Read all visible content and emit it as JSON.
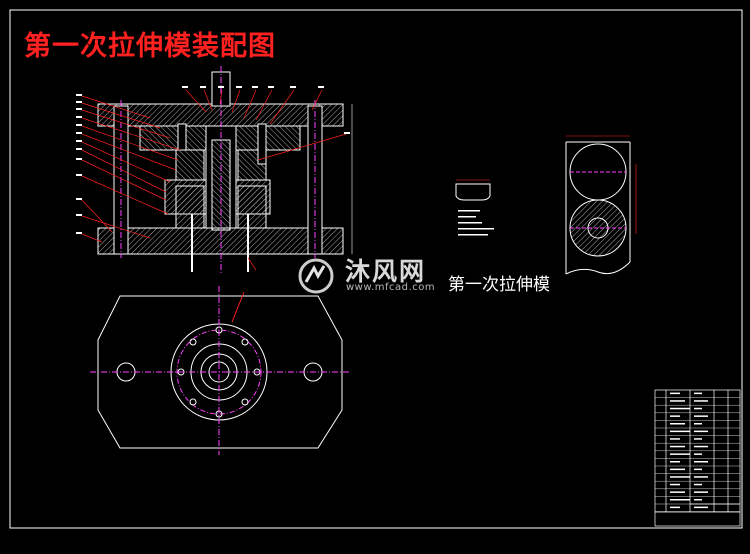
{
  "drawing": {
    "title": "第一次拉伸模装配图",
    "view_label": "第一次拉伸模"
  },
  "watermark": {
    "brand": "沐风网",
    "url": "www.mfcad.com"
  },
  "colors": {
    "background": "#000000",
    "outline": "#ffffff",
    "title": "#ff2020",
    "leader": "#ff2020",
    "center_line": "#ff40ff",
    "hatch": "#b0b0b0"
  }
}
